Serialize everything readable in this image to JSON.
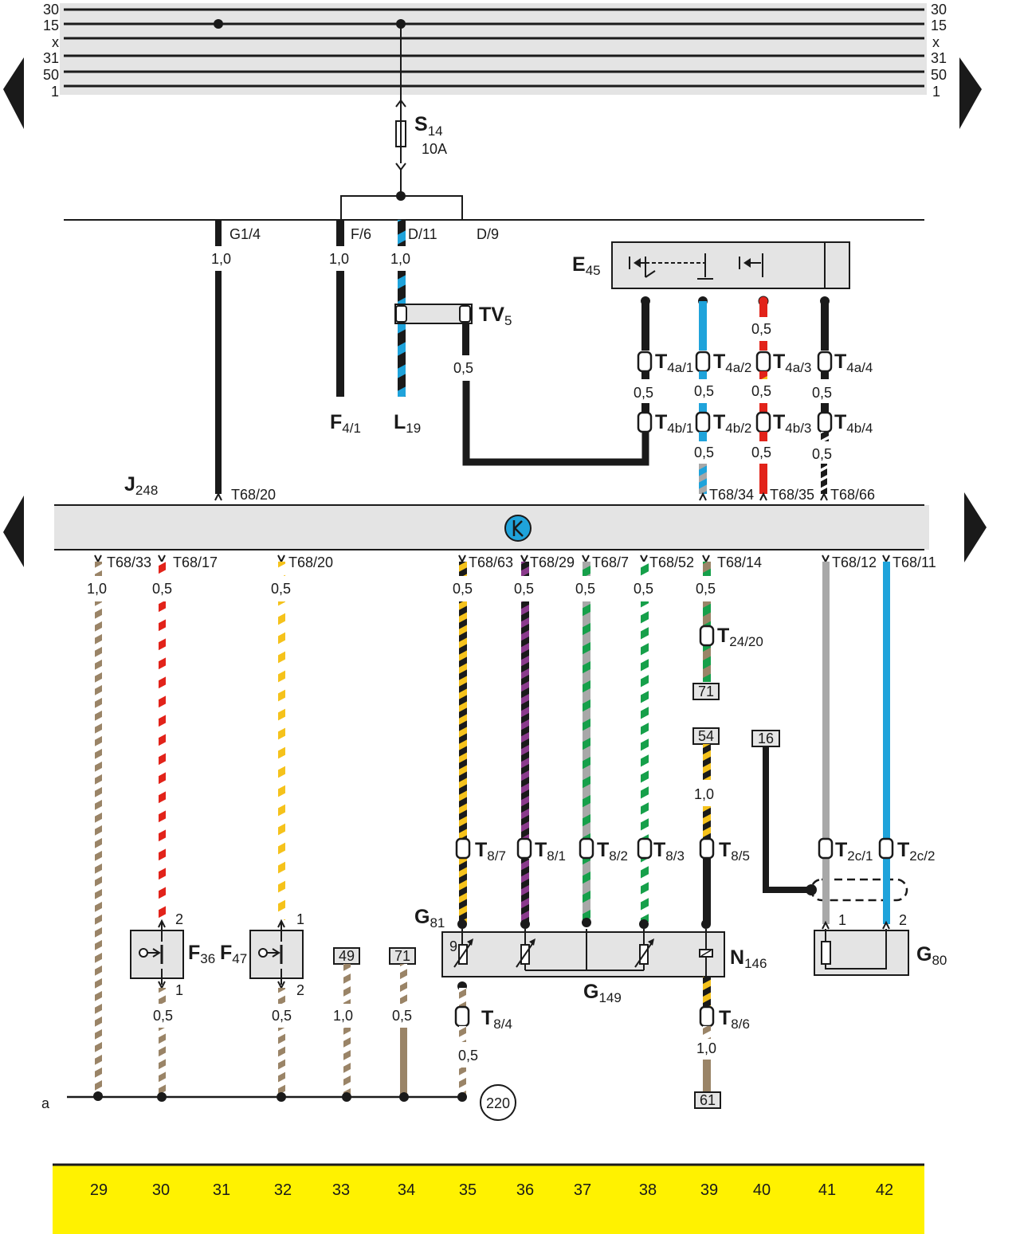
{
  "bus": {
    "left_labels": [
      "30",
      "15",
      "x",
      "31",
      "50",
      "1"
    ],
    "right_labels": [
      "30",
      "15",
      "x",
      "31",
      "50",
      "1"
    ]
  },
  "fuse": {
    "name": "S",
    "sub": "14",
    "rating": "10A"
  },
  "connectors_top": {
    "g14": "G1/4",
    "f6": "F/6",
    "d11": "D/11",
    "d9": "D/9"
  },
  "sizes": {
    "s10": "1,0",
    "s05": "0,5"
  },
  "components": {
    "e45": {
      "name": "E",
      "sub": "45"
    },
    "tv5": {
      "name": "TV",
      "sub": "5"
    },
    "f41": {
      "name": "F",
      "sub": "4/1"
    },
    "l19": {
      "name": "L",
      "sub": "19"
    },
    "j248": {
      "name": "J",
      "sub": "248"
    },
    "g81": {
      "name": "G",
      "sub": "81"
    },
    "g149": {
      "name": "G",
      "sub": "149"
    },
    "n146": {
      "name": "N",
      "sub": "146"
    },
    "g80": {
      "name": "G",
      "sub": "80"
    },
    "f36": {
      "name": "F",
      "sub": "36"
    },
    "f47": {
      "name": "F",
      "sub": "47"
    }
  },
  "plugs": {
    "t4a1": {
      "name": "T",
      "sub": "4a/1"
    },
    "t4a2": {
      "name": "T",
      "sub": "4a/2"
    },
    "t4a3": {
      "name": "T",
      "sub": "4a/3"
    },
    "t4a4": {
      "name": "T",
      "sub": "4a/4"
    },
    "t4b1": {
      "name": "T",
      "sub": "4b/1"
    },
    "t4b2": {
      "name": "T",
      "sub": "4b/2"
    },
    "t4b3": {
      "name": "T",
      "sub": "4b/3"
    },
    "t4b4": {
      "name": "T",
      "sub": "4b/4"
    },
    "t2420": {
      "name": "T",
      "sub": "24/20"
    },
    "t87": {
      "name": "T",
      "sub": "8/7"
    },
    "t81": {
      "name": "T",
      "sub": "8/1"
    },
    "t82": {
      "name": "T",
      "sub": "8/2"
    },
    "t83": {
      "name": "T",
      "sub": "8/3"
    },
    "t85": {
      "name": "T",
      "sub": "8/5"
    },
    "t84": {
      "name": "T",
      "sub": "8/4"
    },
    "t86": {
      "name": "T",
      "sub": "8/6"
    },
    "t2c1": {
      "name": "T",
      "sub": "2c/1"
    },
    "t2c2": {
      "name": "T",
      "sub": "2c/2"
    }
  },
  "pins_top": {
    "p20": "T68/20",
    "p34": "T68/34",
    "p35": "T68/35",
    "p66": "T68/66"
  },
  "pins_bottom": {
    "p33": "T68/33",
    "p17": "T68/17",
    "p20": "T68/20",
    "p63": "T68/63",
    "p29": "T68/29",
    "p7": "T68/7",
    "p52": "T68/52",
    "p14": "T68/14",
    "p12": "T68/12",
    "p11": "T68/11"
  },
  "refs": {
    "r71a": "71",
    "r54": "54",
    "r16": "16",
    "r49": "49",
    "r71b": "71",
    "r61": "61",
    "r220": "220"
  },
  "pin_numbers": {
    "f36_top": "2",
    "f36_bot": "1",
    "f47_top": "1",
    "f47_bot": "2",
    "g80_1": "1",
    "g80_2": "2",
    "g81_9": "9"
  },
  "ground_label": "a",
  "columns": [
    "29",
    "30",
    "31",
    "32",
    "33",
    "34",
    "35",
    "36",
    "37",
    "38",
    "39",
    "40",
    "41",
    "42"
  ],
  "colors": {
    "black": "#1a1a1a",
    "blue": "#1fa3db",
    "red": "#e2231a",
    "yellow": "#f5c21b",
    "green": "#16a04a",
    "brown": "#9a8467",
    "grey": "#a8a8a8",
    "violet": "#8a3a8c",
    "footer": "#fff200",
    "panel": "#e4e4e4"
  }
}
